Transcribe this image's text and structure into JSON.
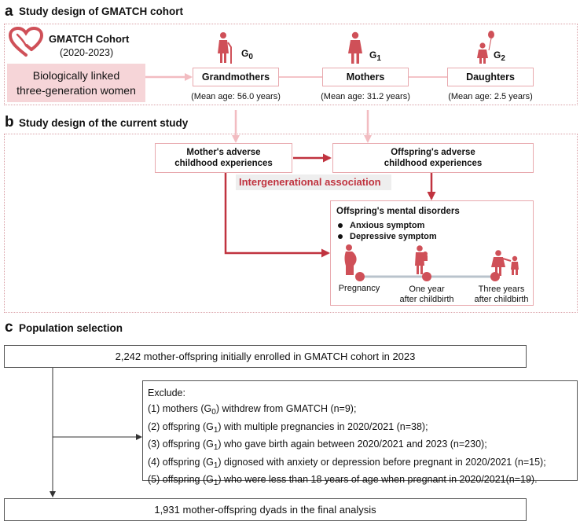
{
  "section_a": {
    "letter": "a",
    "title": "Study design of GMATCH cohort",
    "cohort_name": "GMATCH Cohort",
    "cohort_years": "(2020-2023)",
    "linked_line1": "Biologically linked",
    "linked_line2": "three-generation women",
    "generations": [
      {
        "symbol": "G",
        "sub": "0",
        "label": "Grandmothers",
        "mean": "(Mean age: 56.0 years)"
      },
      {
        "symbol": "G",
        "sub": "1",
        "label": "Mothers",
        "mean": "(Mean age: 31.2 years)"
      },
      {
        "symbol": "G",
        "sub": "2",
        "label": "Daughters",
        "mean": "(Mean age: 2.5 years)"
      }
    ]
  },
  "section_b": {
    "letter": "b",
    "title": "Study design of the current study",
    "mother_ace_line1": "Mother's adverse",
    "mother_ace_line2": "childhood experiences",
    "offspring_ace_line1": "Offspring's adverse",
    "offspring_ace_line2": "childhood experiences",
    "association_label": "Intergenerational association",
    "mental_title": "Offspring's mental disorders",
    "symptoms": [
      "Anxious symptom",
      "Depressive symptom"
    ],
    "timeline": [
      {
        "line1": "Pregnancy",
        "line2": ""
      },
      {
        "line1": "One year",
        "line2": "after childbirth"
      },
      {
        "line1": "Three years",
        "line2": "after childbirth"
      }
    ]
  },
  "section_c": {
    "letter": "c",
    "title": "Population selection",
    "enrolled": "2,242 mother-offspring initially enrolled in GMATCH cohort in 2023",
    "exclude_title": "Exclude:",
    "exclusions": [
      {
        "pre": "(1) mothers (G",
        "sub": "0",
        "post": ") withdrew from GMATCH (n=9);"
      },
      {
        "pre": "(2) offspring (G",
        "sub": "1",
        "post": ") with multiple pregnancies in 2020/2021 (n=38);"
      },
      {
        "pre": "(3) offspring (G",
        "sub": "1",
        "post": ") who gave birth again between 2020/2021 and 2023 (n=230);"
      },
      {
        "pre": "(4) offspring (G",
        "sub": "1",
        "post": ") dignosed with anxiety or depression before pregnant in 2020/2021 (n=15);"
      },
      {
        "pre": "(5) offspring (G",
        "sub": "1",
        "post": ") who were less than 18 years of age when pregnant in 2020/2021(n=19)."
      }
    ],
    "final": "1,931 mother-offspring dyads in the final analysis"
  },
  "colors": {
    "accent": "#c0333f",
    "figure": "#cf5058",
    "pink_fill": "#f6d5d8",
    "pink_border": "#e8a9ae",
    "association_bg": "#eeeeee",
    "timeline_line": "#b9c3cc"
  }
}
